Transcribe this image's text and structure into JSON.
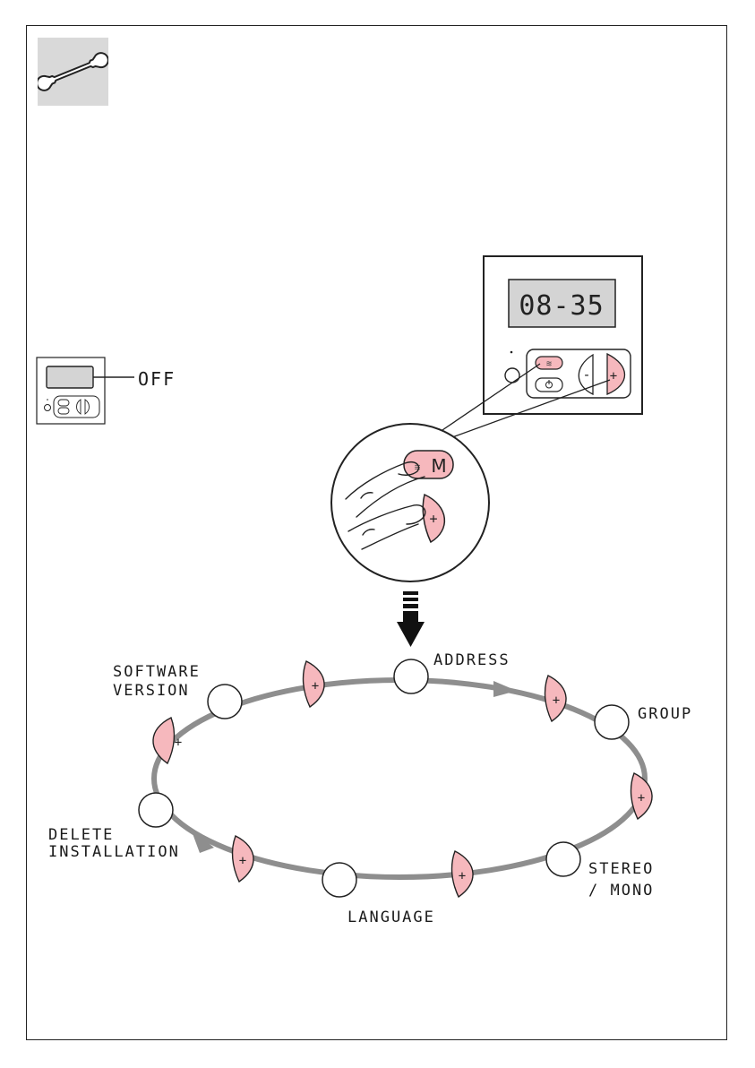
{
  "status": {
    "off_label": "OFF"
  },
  "remote": {
    "display_time": "08-35",
    "menu_key_label": "M"
  },
  "menu_cycle": {
    "address": "ADDRESS",
    "group": "GROUP",
    "stereo": "STEREO",
    "mono": "/ MONO",
    "language": "LANGUAGE",
    "delete_line1": "DELETE",
    "delete_line2": "INSTALLATION",
    "software_line1": "SOFTWARE",
    "software_line2": "VERSION"
  },
  "plus_symbol": "+",
  "minus_symbol": "-",
  "colors": {
    "key_pink": "#f6b8bd",
    "track_gray": "#8e8e8e",
    "badge_gray": "#d9d9d9",
    "lcd_gray": "#d4d4d4"
  }
}
